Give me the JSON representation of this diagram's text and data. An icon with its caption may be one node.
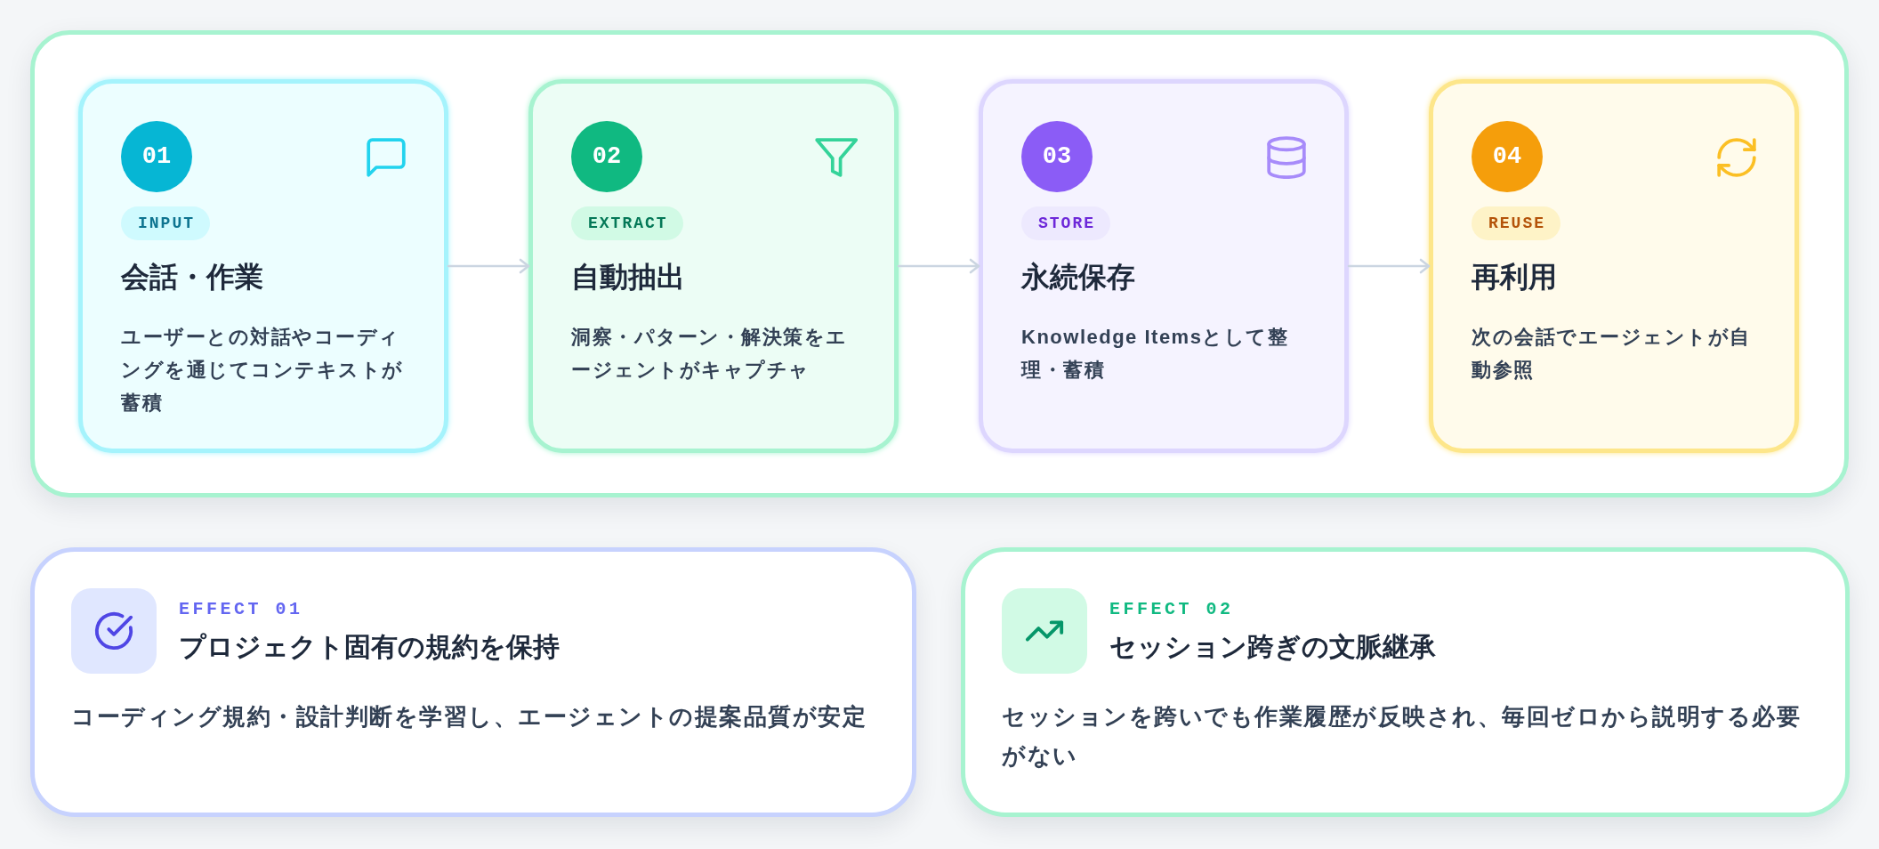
{
  "diagram": {
    "nodes": [
      {
        "text": [],
        "shape": "box"
      },
      {
        "text": [
          "会話・作業",
          "ユーザーとの対話やコーディングを通じてコンテキストが蓄積"
        ],
        "in": 0
      },
      {
        "text": [
          "01"
        ],
        "in": 1
      },
      {
        "text": [
          "INPUT"
        ],
        "in": 1
      },
      {
        "text": [
          "自動抽出",
          "洞察・パターン・解決策をエージェントがキャプチャ"
        ],
        "in": 0
      },
      {
        "text": [
          "02"
        ],
        "in": 4
      },
      {
        "text": [
          "EXTRACT"
        ],
        "in": 4
      },
      {
        "text": [
          "永続保存",
          "Knowledge Itemsとして整理・蓄積"
        ],
        "in": 0
      },
      {
        "text": [
          "03"
        ],
        "in": 7
      },
      {
        "text": [
          "STORE"
        ],
        "in": 7
      },
      {
        "text": [
          "再利用",
          "次の会話でエージェントが自動参照"
        ],
        "in": 0
      },
      {
        "text": [
          "04"
        ],
        "in": 10
      },
      {
        "text": [
          "REUSE"
        ],
        "in": 10
      },
      {
        "text": [
          "EFFECT 01",
          "プロジェクト固有の規約を保持",
          "コーディング規約・設計判断を学習し、エージェントの提案品質が安定"
        ]
      },
      {
        "text": [
          "EFFECT 02",
          "セッション跨ぎの文脈継承",
          "セッションを跨いでも作業履歴が反映され、毎回ゼロから説明する必要がない"
        ]
      }
    ],
    "edges": [
      {
        "from": 1,
        "to": 4,
        "arrow": "to"
      },
      {
        "from": 4,
        "to": 7,
        "arrow": "to"
      },
      {
        "from": 7,
        "to": 10,
        "arrow": "to"
      }
    ]
  }
}
